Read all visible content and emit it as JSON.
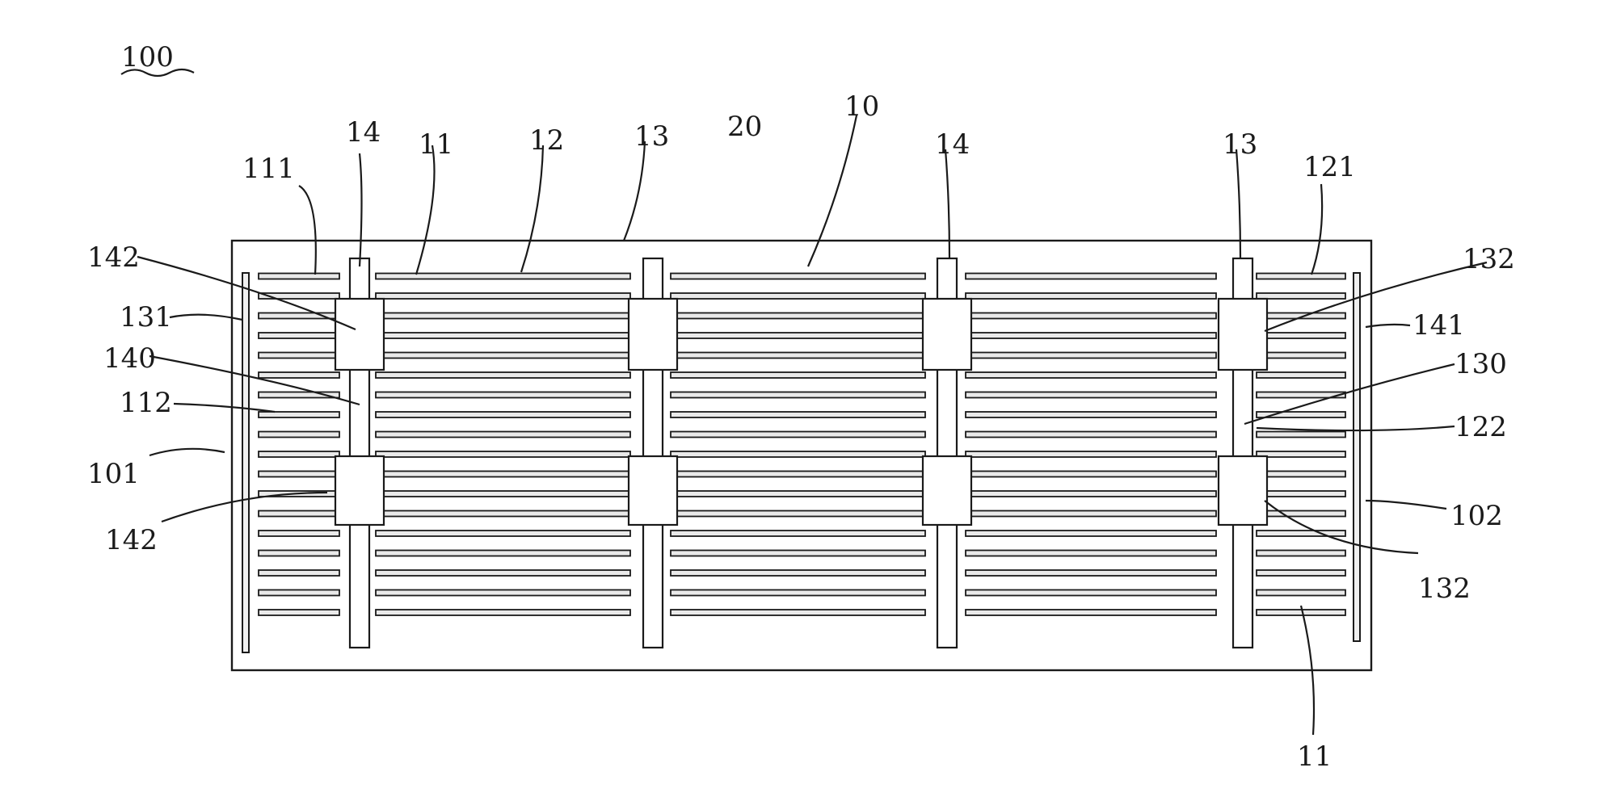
{
  "figure": {
    "ref": "100",
    "labels": {
      "l10": "10",
      "l20": "20",
      "l11_top": "11",
      "l11_bottom": "11",
      "l12": "12",
      "l13_a": "13",
      "l13_b": "13",
      "l14_a": "14",
      "l14_b": "14",
      "l111": "111",
      "l112": "112",
      "l121": "121",
      "l122": "122",
      "l131": "131",
      "l130": "130",
      "l132_top": "132",
      "l132_bottom": "132",
      "l140": "140",
      "l141": "141",
      "l142_top": "142",
      "l142_bottom": "142",
      "l101": "101",
      "l102": "102"
    }
  }
}
